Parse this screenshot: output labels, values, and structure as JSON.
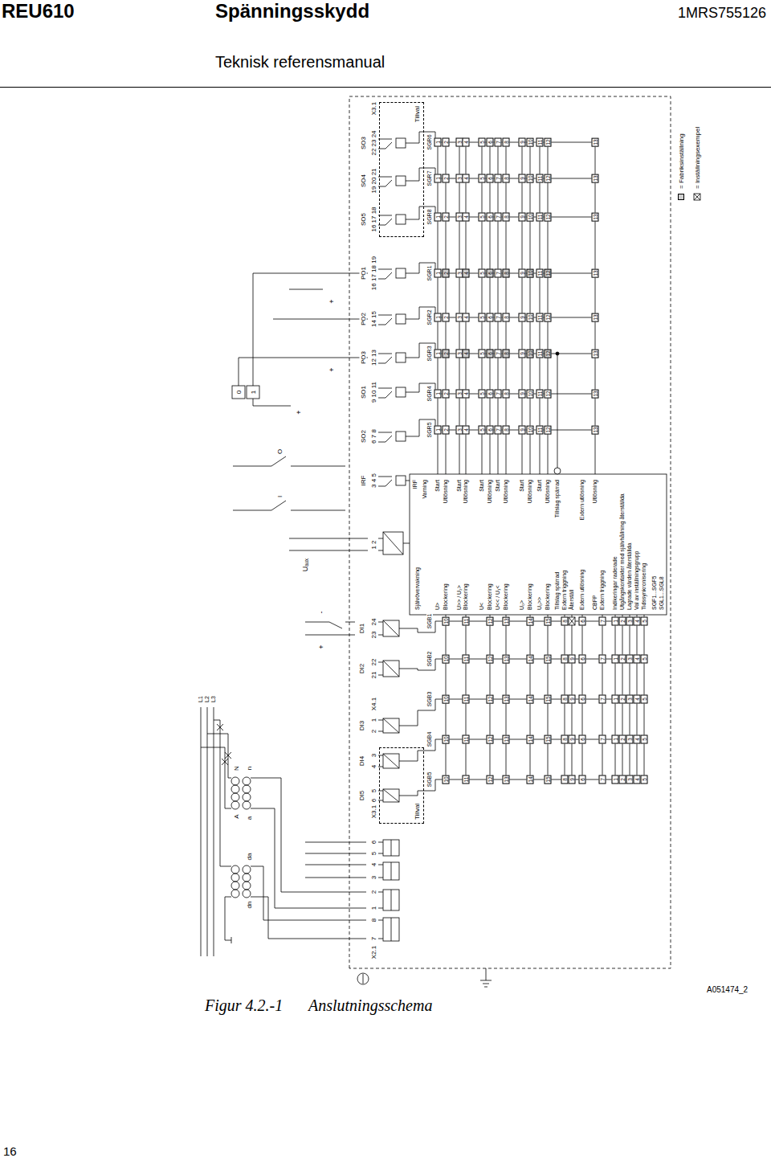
{
  "diagram": {
    "title": "Spänningsskydd",
    "caption": "Figur 4.2.-1",
    "nodes": [
      {
        "text": [
          "Tillval"
        ]
      },
      {
        "text": [
          "Tillval"
        ]
      }
    ],
    "labels": [
      "REU610",
      "1MRS755126",
      "Teknisk referensmanual",
      "Anslutningsschema",
      "A051474_2",
      "16",
      "L1",
      "L2",
      "L3",
      "A",
      "N",
      "n",
      "a",
      "da",
      "dn",
      "Uₐᵤₓ",
      "X2.1",
      "7",
      "8",
      "1",
      "2",
      "3",
      "4",
      "5",
      "6",
      "X3.1",
      "6",
      "5",
      "4",
      "3",
      "2",
      "1",
      "X4.1",
      "21",
      "22",
      "23",
      "24",
      "DI5",
      "DI4",
      "DI3",
      "DI2",
      "DI1",
      "1 2",
      "3 4 5",
      "6 7 8",
      "9 10 11",
      "12 13",
      "14 15",
      "16 17 18 19",
      "16 17 18",
      "19 20 21",
      "22 23 24",
      "X3.1",
      "IRF",
      "SO2",
      "SO1",
      "PO3",
      "PO2",
      "PO1",
      "SO5",
      "SO4",
      "SO3",
      "I",
      "O",
      "0",
      "1",
      "+",
      "-",
      "+",
      "+",
      "+",
      "Självövervakning",
      "U>",
      "Blockering",
      "U>> / U₂>",
      "Blockering",
      "U<",
      "Blockering",
      "U<< / U₁<",
      "Blockering",
      "U₀>",
      "Blockering",
      "U₀>>",
      "Blockering",
      "Tillslag spärrad",
      "Extern triggning",
      "Återställ",
      "Extern utlösning",
      "CBFP",
      "Extern triggning",
      "Indikeringar raderade",
      "Utgångskontakter med självhållning återställda",
      "Lagrade värden återställda",
      "Val av inställningsgrupp",
      "Tidssynkronisering",
      "SGF1...SGF5",
      "SGL1...SGL8",
      "IRF",
      "Varning",
      "Start",
      "Utlösning",
      "Start",
      "Utlösning",
      "Start",
      "Utlösning",
      "Start",
      "Utlösning",
      "Start",
      "Utlösning",
      "Start",
      "Utlösning",
      "Tillslag spärrad",
      "Extern utlösning",
      "Utlösning",
      "SGB5",
      "SGB4",
      "SGB3",
      "SGB2",
      "SGB1",
      "SGR5",
      "SGR4",
      "SGR3",
      "SGR2",
      "SGR1",
      "SGR8",
      "SGR7",
      "SGR6",
      "10",
      "11",
      "12",
      "13",
      "14",
      "15",
      "8",
      "9",
      "6",
      "7",
      "1",
      "2",
      "3",
      "4",
      "5",
      "10",
      "11",
      "12",
      "13",
      "14",
      "15",
      "8",
      "9",
      "6",
      "7",
      "1",
      "2",
      "3",
      "4",
      "5",
      "10",
      "11",
      "12",
      "13",
      "14",
      "15",
      "8",
      "9",
      "6",
      "7",
      "1",
      "2",
      "3",
      "4",
      "5",
      "10",
      "11",
      "12",
      "13",
      "14",
      "15",
      "8",
      "9",
      "6",
      "7",
      "1",
      "2",
      "3",
      "4",
      "5",
      "10",
      "11",
      "12",
      "13",
      "14",
      "15",
      "8",
      "6",
      "7",
      "1",
      "2",
      "3",
      "4",
      "5",
      "1",
      "2",
      "3",
      "4",
      "5",
      "6",
      "7",
      "8",
      "9",
      "10",
      "11",
      "12",
      "13",
      "1",
      "2",
      "3",
      "4",
      "5",
      "6",
      "7",
      "8",
      "9",
      "10",
      "11",
      "12",
      "13",
      "1",
      "2",
      "3",
      "4",
      "5",
      "6",
      "7",
      "8",
      "9",
      "10",
      "11",
      "12",
      "13",
      "1",
      "2",
      "3",
      "4",
      "5",
      "6",
      "7",
      "8",
      "9",
      "10",
      "11",
      "12",
      "13",
      "1",
      "2",
      "3",
      "4",
      "5",
      "6",
      "7",
      "8",
      "9",
      "10",
      "11",
      "12",
      "13",
      "1",
      "2",
      "3",
      "4",
      "5",
      "6",
      "7",
      "8",
      "9",
      "10",
      "11",
      "12",
      "13",
      "1",
      "2",
      "3",
      "4",
      "5",
      "6",
      "7",
      "8",
      "9",
      "10",
      "11",
      "12",
      "13",
      "1",
      "2",
      "3",
      "4",
      "5",
      "6",
      "7",
      "8",
      "9",
      "10",
      "11",
      "12",
      "13"
    ],
    "legend": [
      {
        "text": "= Fabriksinställning",
        "color": "#d0d0d0"
      },
      {
        "text": "= Inställningsexempel"
      }
    ]
  }
}
